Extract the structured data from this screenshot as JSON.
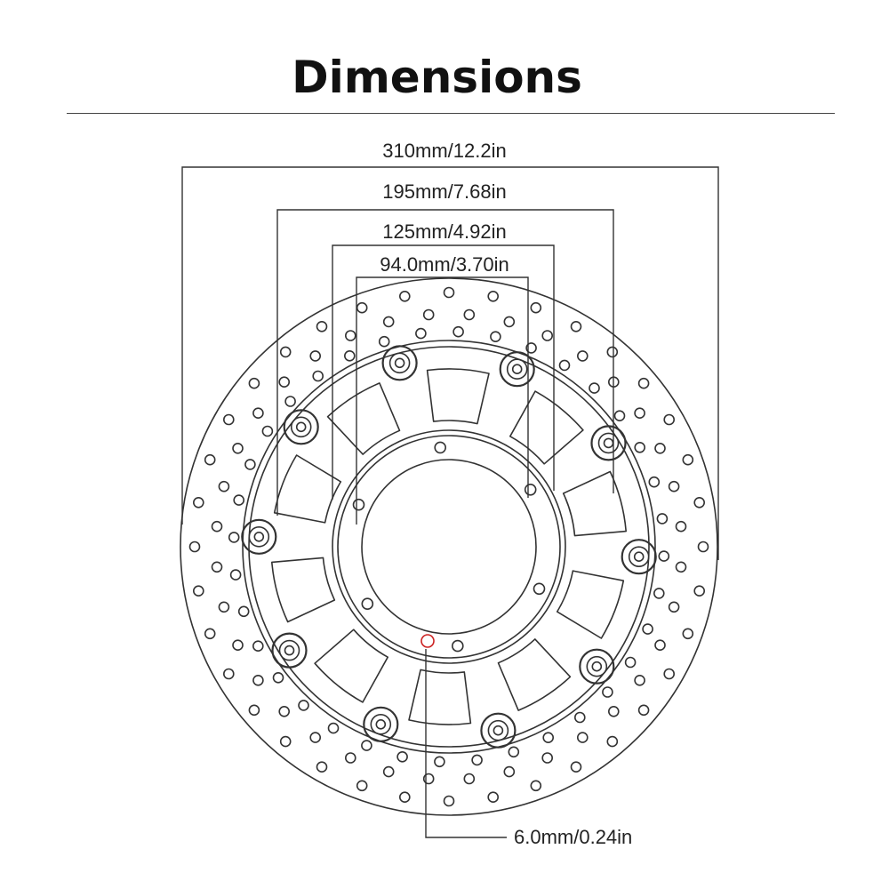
{
  "title": "Dimensions",
  "dimensions": {
    "outer_diameter": "310mm/12.2in",
    "rotor_inner_diameter": "195mm/7.68in",
    "carrier_diameter": "125mm/4.92in",
    "center_bore": "94.0mm/3.70in",
    "mounting_hole": "6.0mm/0.24in"
  },
  "colors": {
    "line": "#333333",
    "highlight": "#cc2222"
  }
}
